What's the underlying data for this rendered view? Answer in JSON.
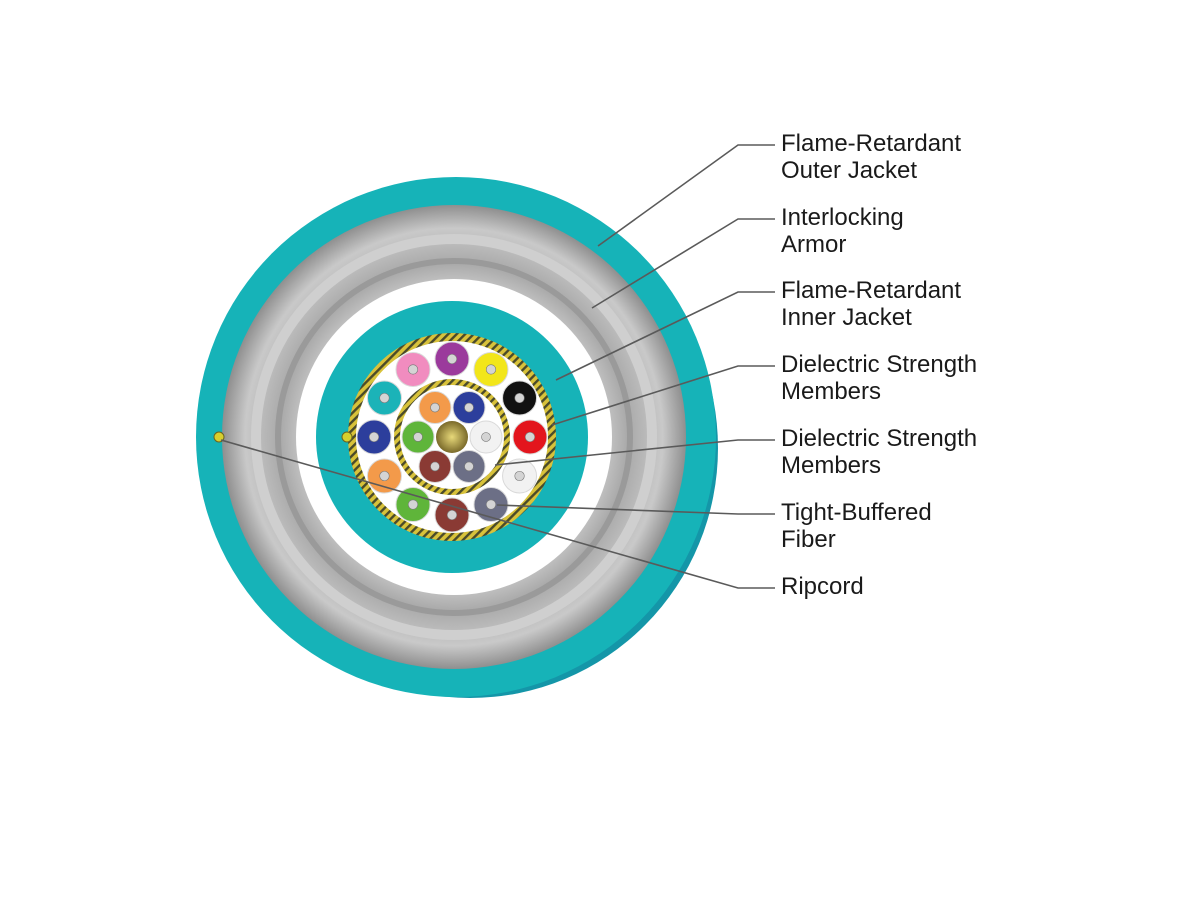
{
  "callouts": [
    {
      "id": "outer-jacket",
      "lines": [
        "Flame-Retardant",
        "Outer Jacket"
      ]
    },
    {
      "id": "armor",
      "lines": [
        "Interlocking",
        "Armor"
      ]
    },
    {
      "id": "inner-jacket",
      "lines": [
        "Flame-Retardant",
        "Inner Jacket"
      ]
    },
    {
      "id": "strength-outer",
      "lines": [
        "Dielectric Strength",
        "Members"
      ]
    },
    {
      "id": "strength-inner",
      "lines": [
        "Dielectric Strength",
        "Members"
      ]
    },
    {
      "id": "fiber",
      "lines": [
        "Tight-Buffered",
        "Fiber"
      ]
    },
    {
      "id": "ripcord",
      "lines": [
        "Ripcord"
      ]
    }
  ],
  "colors": {
    "jacket": "#16b3b8",
    "jacket_shadow": "#1496a8",
    "armor": "#b9b9b9",
    "aramid_yellow": "#d8c23a",
    "aramid_dark": "#4a4a2a",
    "white_gap": "#ffffff"
  },
  "fibers": {
    "outer_ring": [
      "#9b3a9c",
      "#f2e61a",
      "#111111",
      "#e3151d",
      "#f2f2f2",
      "#6c6f86",
      "#8a3a34",
      "#5fb53a",
      "#f39a4a",
      "#2c3e9c",
      "#1bb3b8",
      "#f18cbf"
    ],
    "inner_ring": [
      "#f39a4a",
      "#2c3e9c",
      "#f2f2f2",
      "#6c6f86",
      "#8a3a34",
      "#5fb53a"
    ]
  }
}
